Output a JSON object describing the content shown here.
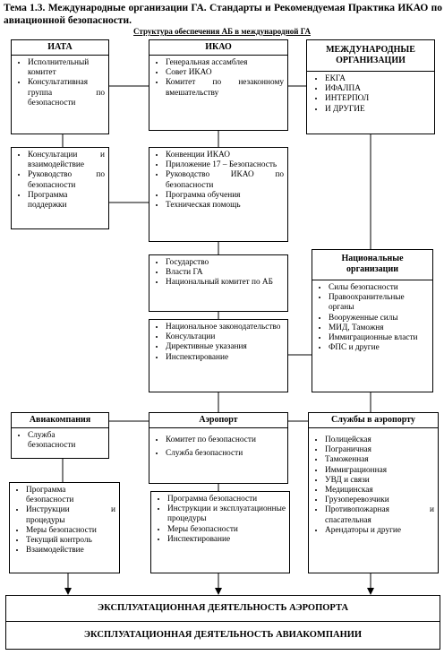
{
  "title": "Тема 1.3. Международные организации ГА. Стандарты и Рекомендуемая Практика ИКАО по авиационной безопасности.",
  "subtitle": "Структура обеспечения АБ в международной ГА",
  "iata": {
    "header": "ИАТА",
    "box1": [
      "Исполнительный комитет",
      "Консультативная группа по безопасности"
    ],
    "box2": [
      "Консультации и взаимодействие",
      "Руководство по безопасности",
      "Программа поддержки"
    ]
  },
  "icao": {
    "header": "ИКАО",
    "box1": [
      "Генеральная ассамблея",
      "Совет ИКАО",
      "Комитет по незаконному вмешательству"
    ],
    "box2": [
      "Конвенции ИКАО",
      "Приложение 17 – Безопасность",
      "Руководство ИКАО по безопасности",
      "Программа обучения",
      "Техническая помощь"
    ],
    "box3": [
      "Государство",
      "Власти ГА",
      "Национальный комитет по АБ"
    ],
    "box4": [
      "Национальное законодательство",
      "Консультации",
      "Директивные указания",
      "Инспектирование"
    ]
  },
  "intl": {
    "header": "МЕЖДУНАРОДНЫЕ ОРГАНИЗАЦИИ",
    "items": [
      "ЕКГА",
      "ИФАЛПА",
      "ИНТЕРПОЛ",
      "И ДРУГИЕ"
    ]
  },
  "national": {
    "header": "Национальные организации",
    "items": [
      "Силы безопасности",
      "Правоохранительные органы",
      "Вооруженные силы",
      "МИД, Таможня",
      "Иммиграционные власти",
      "ФПС и другие"
    ]
  },
  "airline": {
    "header": "Авиакомпания",
    "items": [
      "Служба безопасности"
    ],
    "box2": [
      "Программа безопасности",
      "Инструкции и процедуры",
      "Меры безопасности",
      "Текущий контроль",
      "Взаимодействие"
    ]
  },
  "airport": {
    "header": "Аэропорт",
    "items": [
      "Комитет по безопасности",
      "Служба безопасности"
    ],
    "box2": [
      "Программа безопасности",
      "Инструкции и эксплуатационные процедуры",
      "Меры безопасности",
      "Инспектирование"
    ]
  },
  "services": {
    "header": "Службы в аэропорту",
    "items": [
      "Полицейская",
      "Пограничная",
      "Таможенная",
      "Иммиграционная",
      "УВД и связи",
      "Медицинская",
      "Грузоперевозчики",
      "Противопожарная и спасательная",
      "Арендаторы и другие"
    ]
  },
  "bottom": {
    "line1": "ЭКСПЛУАТАЦИОННАЯ ДЕЯТЕЛЬНОСТЬ АЭРОПОРТА",
    "line2": "ЭКСПЛУАТАЦИОННАЯ ДЕЯТЕЛЬНОСТЬ АВИАКОМПАНИИ"
  }
}
